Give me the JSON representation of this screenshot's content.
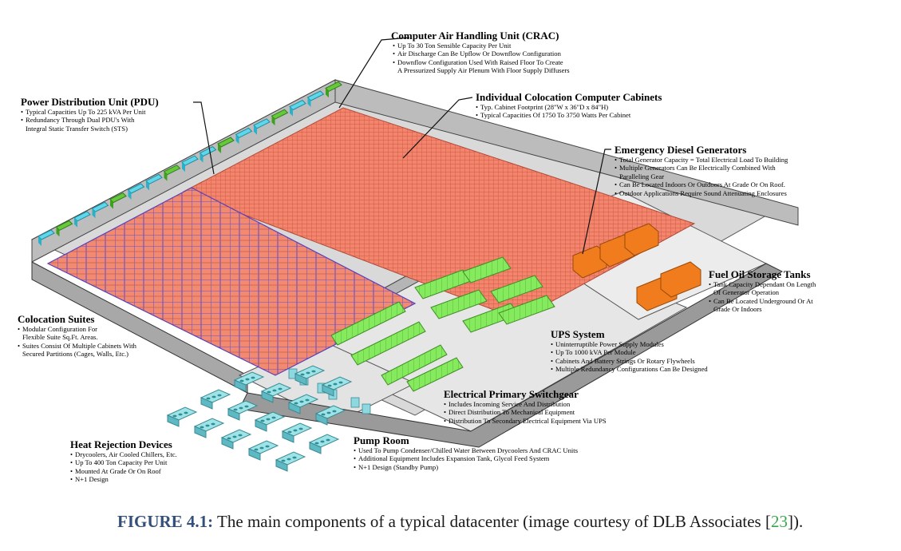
{
  "labels": {
    "crac": {
      "title": "Computer Air Handling Unit (CRAC)",
      "lines": [
        "Up To 30 Ton Sensible Capacity Per Unit",
        "Air Discharge Can Be Upflow Or Downflow Configuration",
        "Downflow Configuration Used With Raised Floor To Create",
        "A Pressurized Supply Air Plenum With Floor Supply Diffusers"
      ]
    },
    "pdu": {
      "title": "Power Distribution Unit (PDU)",
      "lines": [
        "Typical Capacities Up To 225 kVA Per Unit",
        "Redundancy Through Dual PDU's With",
        "Integral Static Transfer Switch (STS)"
      ]
    },
    "cabinets": {
      "title": "Individual Colocation Computer Cabinets",
      "lines": [
        "Typ. Cabinet Footprint (28\"W x 36\"D x 84\"H)",
        "Typical Capacities Of 1750 To 3750 Watts Per Cabinet"
      ]
    },
    "generators": {
      "title": "Emergency Diesel Generators",
      "lines": [
        "Total Generator Capacity = Total Electrical Load To Building",
        "Multiple Generators Can Be Electrically Combined With",
        "Paralleling Gear",
        "Can Be Located Indoors Or Outdoors At Grade Or On Roof.",
        "Outdoor Applications Require Sound Attenuating Enclosures"
      ]
    },
    "fuel": {
      "title": "Fuel Oil Storage Tanks",
      "lines": [
        "Tank Capacity Dependant On Length",
        "Of Generator Operation",
        "Can Be Located Underground Or At",
        "Grade Or Indoors"
      ]
    },
    "suites": {
      "title": "Colocation Suites",
      "lines": [
        "Modular Configuration For",
        "Flexible Suite Sq.Ft. Areas.",
        "Suites Consist Of Multiple Cabinets With",
        "Secured Partitions (Cages, Walls, Etc.)"
      ]
    },
    "ups": {
      "title": "UPS System",
      "lines": [
        "Uninterruptible Power Supply Modules",
        "Up To 1000 kVA Per Module",
        "Cabinets And Battery Strings Or Rotary Flywheels",
        "Multiple Redundancy Configurations Can Be Designed"
      ]
    },
    "switchgear": {
      "title": "Electrical Primary Switchgear",
      "lines": [
        "Includes Incoming Service And Distribution",
        "Direct Distribution To Mechanical Equipment",
        "Distribution To Secondary Electrical Equipment Via UPS"
      ]
    },
    "heat": {
      "title": "Heat Rejection Devices",
      "lines": [
        "Drycoolers, Air Cooled Chillers, Etc.",
        "Up To 400 Ton Capacity Per Unit",
        "Mounted At Grade Or On Roof",
        "N+1 Design"
      ]
    },
    "pump": {
      "title": "Pump Room",
      "lines": [
        "Used To Pump Condenser/Chilled Water Between Drycoolers And CRAC Units",
        "Additional Equipment Includes Expansion Tank, Glycol Feed System",
        "N+1 Design (Standby Pump)"
      ]
    }
  },
  "caption": {
    "figure": "FIGURE 4.1:",
    "text": " The main components of a typical datacenter (image courtesy of DLB Associates [",
    "ref": "23",
    "end": "])."
  },
  "colors": {
    "cabinet": "#f4846c",
    "crac": "#5fd6ea",
    "pdu": "#66c93c",
    "ups": "#86ea5e",
    "generator": "#f07c1e",
    "cage": "#6a4fc8",
    "drycooler": "#9ee3e6",
    "wall": "#c8c8c8",
    "caption_blue": "#34507a",
    "ref_green": "#3aa84a"
  }
}
